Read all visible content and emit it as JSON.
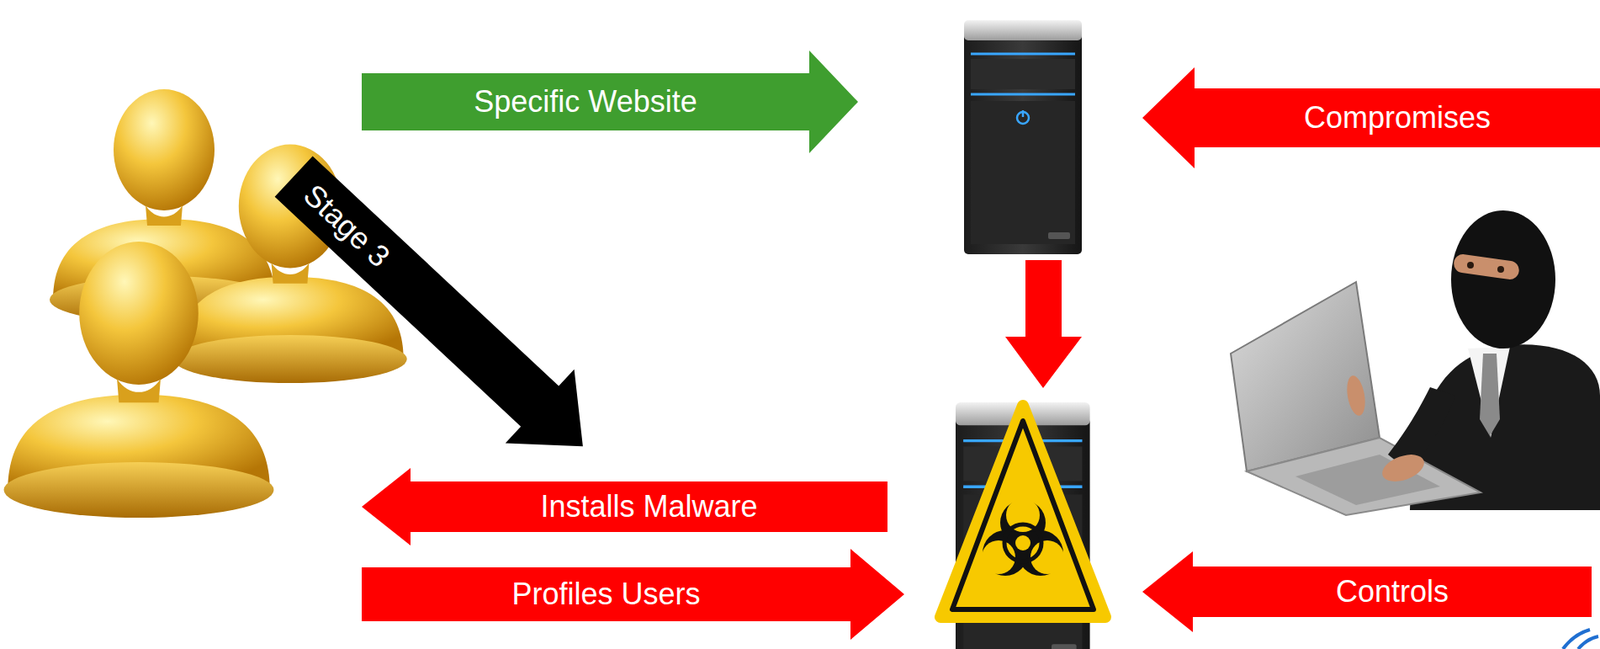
{
  "diagram": {
    "nodes": [
      {
        "text": [
          "Specific Website"
        ]
      },
      {
        "text": [
          "Compromises"
        ]
      },
      {
        "text": [
          "Stage 3"
        ]
      },
      {
        "text": [
          "Installs Malware"
        ]
      },
      {
        "text": [
          "Profiles Users"
        ]
      },
      {
        "text": [
          "Controls"
        ]
      }
    ]
  }
}
